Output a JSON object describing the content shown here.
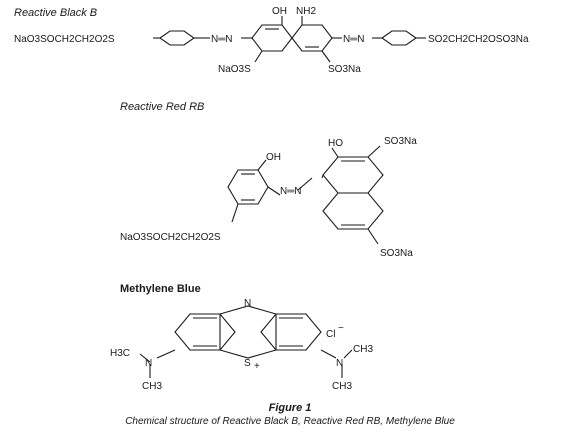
{
  "figure": {
    "title": "Figure 1",
    "caption": "Chemical structure of Reactive Black B, Reactive Red RB, Methylene Blue"
  },
  "molecules": {
    "reactive_black_b": {
      "name": "Reactive Black B",
      "left_group": "NaO3SOCH2CH2O2S",
      "right_group": "SO2CH2CH2OSO3Na",
      "oh": "OH",
      "nh2": "NH2",
      "azo": "N═N",
      "so3na_left": "NaO3S",
      "so3na_right": "SO3Na"
    },
    "reactive_red_rb": {
      "name": "Reactive Red RB",
      "ho": "HO",
      "oh": "OH",
      "so3na_top": "SO3Na",
      "so3na_bottom": "SO3Na",
      "left_group": "NaO3SOCH2CH2O2S",
      "azo": "N═N"
    },
    "methylene_blue": {
      "name": "Methylene Blue",
      "n_top": "N",
      "s": "S",
      "plus": "+",
      "cl": "Cl",
      "minus": "−",
      "h3c": "H3C",
      "n_left": "N",
      "ch3_left": "CH3",
      "n_right": "N",
      "ch3_right_top": "CH3",
      "ch3_right_bottom": "CH3"
    }
  }
}
